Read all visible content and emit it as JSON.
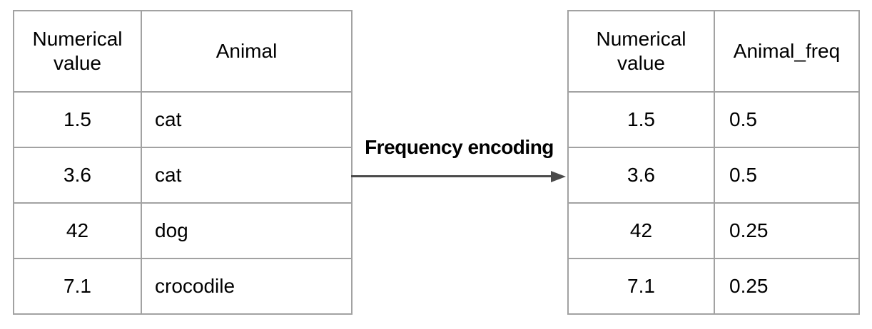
{
  "diagram": {
    "colors": {
      "background": "#ffffff",
      "table_border": "#a2a2a2",
      "arrow": "#4b4b4b",
      "text": "#000000"
    }
  },
  "left_table": {
    "headers": [
      "Numerical\nvalue",
      "Animal"
    ],
    "rows": [
      [
        "1.5",
        "cat"
      ],
      [
        "3.6",
        "cat"
      ],
      [
        "42",
        "dog"
      ],
      [
        "7.1",
        "crocodile"
      ]
    ]
  },
  "arrow": {
    "label": "Frequency encoding"
  },
  "right_table": {
    "headers": [
      "Numerical\nvalue",
      "Animal_freq"
    ],
    "rows": [
      [
        "1.5",
        "0.5"
      ],
      [
        "3.6",
        "0.5"
      ],
      [
        "42",
        "0.25"
      ],
      [
        "7.1",
        "0.25"
      ]
    ]
  }
}
